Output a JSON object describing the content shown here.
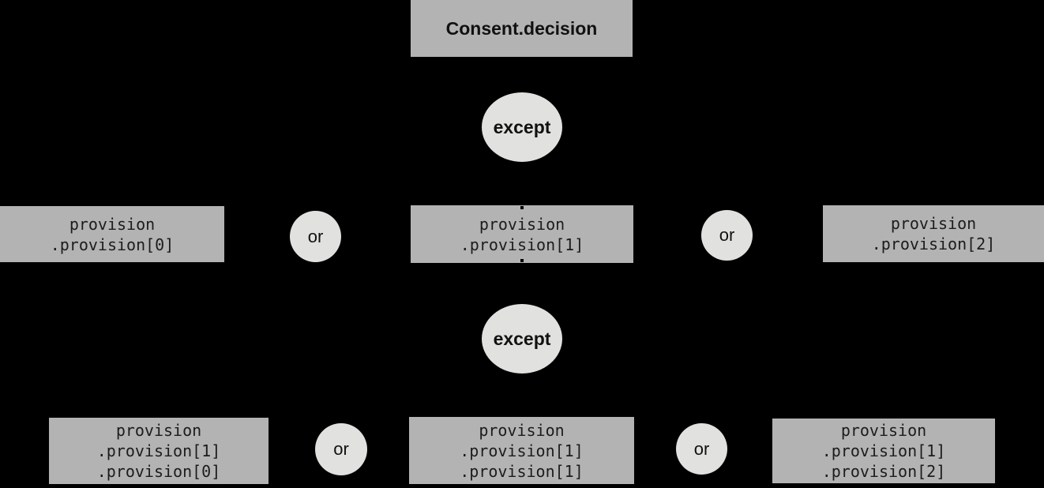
{
  "palette": {
    "background": "#000000",
    "node_fill": "#b3b3b3",
    "operator_fill": "#e1e1df",
    "text_color": "#111111"
  },
  "root": {
    "label": "Consent.decision"
  },
  "operators": {
    "except_top": "except",
    "except_bottom": "except",
    "or_l1_left": "or",
    "or_l1_right": "or",
    "or_l2_left": "or",
    "or_l2_right": "or"
  },
  "level1": [
    {
      "lines": [
        "provision",
        ".provision[0]"
      ]
    },
    {
      "lines": [
        "provision",
        ".provision[1]"
      ]
    },
    {
      "lines": [
        "provision",
        ".provision[2]"
      ]
    }
  ],
  "level2": [
    {
      "lines": [
        "provision",
        ".provision[1]",
        ".provision[0]"
      ]
    },
    {
      "lines": [
        "provision",
        ".provision[1]",
        ".provision[1]"
      ]
    },
    {
      "lines": [
        "provision",
        ".provision[1]",
        ".provision[2]"
      ]
    }
  ]
}
